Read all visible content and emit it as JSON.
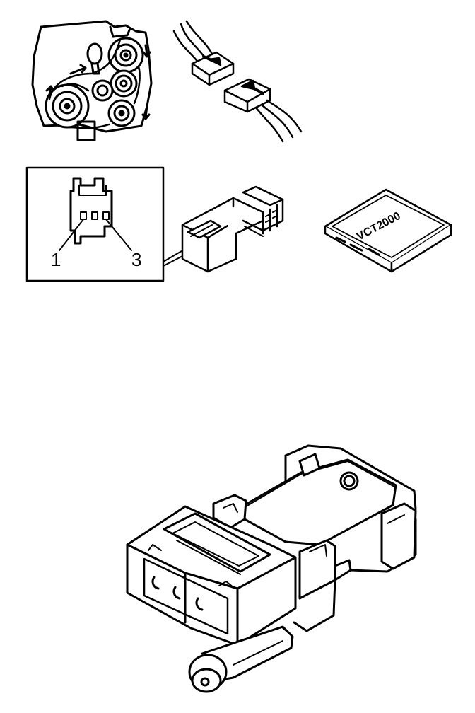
{
  "figure": {
    "callouts": {
      "pin_1": "1",
      "pin_3": "3"
    },
    "cartridge_label": "VCT2000",
    "colors": {
      "ink": "#000000",
      "paper": "#ffffff",
      "shade": "#e8e8e8"
    },
    "icons": [
      "engine-belt-drive-icon",
      "connector-separation-icon",
      "connector-pinout-icon",
      "vct2000-cartridge-icon",
      "sensor-component-icon"
    ]
  }
}
